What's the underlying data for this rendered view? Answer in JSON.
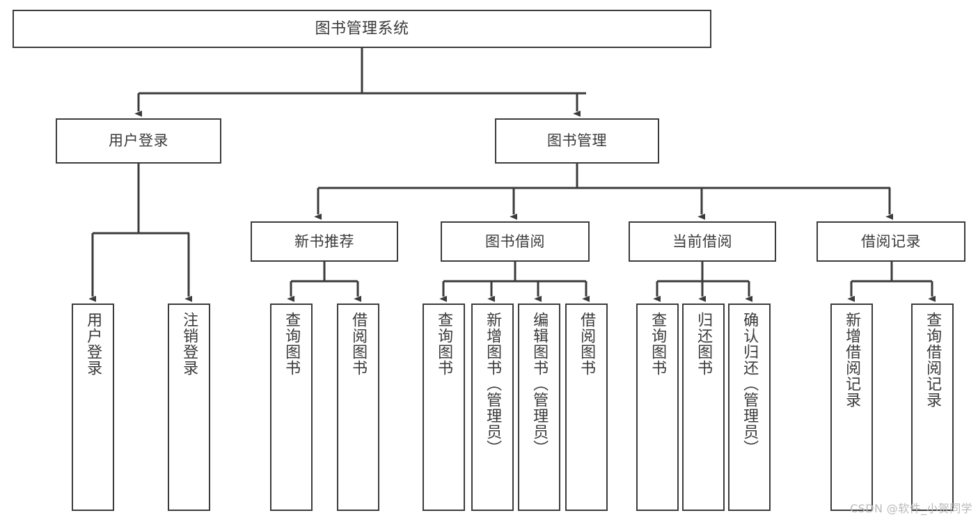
{
  "diagram": {
    "title": "图书管理系统",
    "type": "功能结构图",
    "watermark": "CSDN @软件_小贺同学",
    "colors": {
      "box_border": "#3b3b3b",
      "box_fill": "#ffffff",
      "text": "#3a3a3a",
      "connector": "#3b3b3b",
      "watermark": "#b9b9b9",
      "background": "#ffffff"
    },
    "nodes": {
      "root": {
        "label": "图书管理系统"
      },
      "level1": [
        {
          "id": "user-login",
          "label": "用户登录"
        },
        {
          "id": "book-manage",
          "label": "图书管理"
        }
      ],
      "level2": [
        {
          "id": "new-book-recommend",
          "label": "新书推荐"
        },
        {
          "id": "book-borrow",
          "label": "图书借阅"
        },
        {
          "id": "current-borrow",
          "label": "当前借阅"
        },
        {
          "id": "borrow-record",
          "label": "借阅记录"
        }
      ],
      "leaves": {
        "user_login": [
          {
            "id": "leaf-user-login",
            "label": "用户登录"
          },
          {
            "id": "leaf-logout-login",
            "label": "注销登录"
          }
        ],
        "new_book_recommend": [
          {
            "id": "leaf-query-book-1",
            "label": "查询图书"
          },
          {
            "id": "leaf-borrow-book-1",
            "label": "借阅图书"
          }
        ],
        "book_borrow": [
          {
            "id": "leaf-query-book-2",
            "label": "查询图书"
          },
          {
            "id": "leaf-add-book",
            "label": "新增图书（管理员）"
          },
          {
            "id": "leaf-edit-book",
            "label": "编辑图书（管理员）"
          },
          {
            "id": "leaf-borrow-book-2",
            "label": "借阅图书"
          }
        ],
        "current_borrow": [
          {
            "id": "leaf-query-book-3",
            "label": "查询图书"
          },
          {
            "id": "leaf-return-book",
            "label": "归还图书"
          },
          {
            "id": "leaf-confirm-return",
            "label": "确认归还（管理员）"
          }
        ],
        "borrow_record": [
          {
            "id": "leaf-add-record",
            "label": "新增借阅记录"
          },
          {
            "id": "leaf-query-record",
            "label": "查询借阅记录"
          }
        ]
      }
    }
  }
}
